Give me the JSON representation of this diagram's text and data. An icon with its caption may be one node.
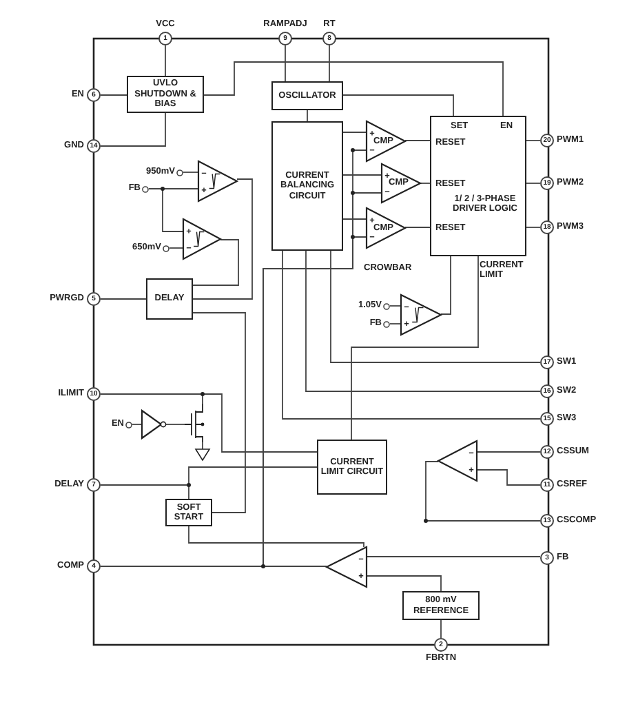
{
  "diagram": {
    "nodes": [
      {
        "text": [
          "1"
        ],
        "beside": [
          "VCC"
        ]
      },
      {
        "text": [
          "9"
        ],
        "beside": [
          "RAMPADJ"
        ]
      },
      {
        "text": [
          "8"
        ],
        "beside": [
          "RT"
        ]
      },
      {
        "text": [
          "6"
        ],
        "beside": [
          "EN"
        ]
      },
      {
        "text": [
          "14"
        ],
        "beside": [
          "GND"
        ]
      },
      {
        "text": [
          "5"
        ],
        "beside": [
          "PWRGD"
        ]
      },
      {
        "text": [
          "10"
        ],
        "beside": [
          "ILIMIT"
        ]
      },
      {
        "text": [
          "7"
        ],
        "beside": [
          "DELAY"
        ]
      },
      {
        "text": [
          "4"
        ],
        "beside": [
          "COMP"
        ]
      },
      {
        "text": [
          "20"
        ],
        "beside": [
          "PWM1"
        ]
      },
      {
        "text": [
          "19"
        ],
        "beside": [
          "PWM2"
        ]
      },
      {
        "text": [
          "18"
        ],
        "beside": [
          "PWM3"
        ]
      },
      {
        "text": [
          "17"
        ],
        "beside": [
          "SW1"
        ]
      },
      {
        "text": [
          "16"
        ],
        "beside": [
          "SW2"
        ]
      },
      {
        "text": [
          "15"
        ],
        "beside": [
          "SW3"
        ]
      },
      {
        "text": [
          "12"
        ],
        "beside": [
          "CSSUM"
        ]
      },
      {
        "text": [
          "11"
        ],
        "beside": [
          "CSREF"
        ]
      },
      {
        "text": [
          "13"
        ],
        "beside": [
          "CSCOMP"
        ]
      },
      {
        "text": [
          "3"
        ],
        "beside": [
          "FB"
        ]
      },
      {
        "text": [
          "2"
        ],
        "beside": [
          "FBRTN"
        ]
      },
      {
        "text": [
          "UVLO SHUTDOWN & BIAS"
        ]
      },
      {
        "text": [
          "OSCILLATOR"
        ]
      },
      {
        "text": [
          "CURRENT BALANCING CIRCUIT"
        ]
      },
      {
        "text": [
          "SET",
          "EN",
          "RESET",
          "RESET",
          "1/ 2 / 3-PHASE DRIVER LOGIC",
          "RESET"
        ],
        "beside": [
          "CROWBAR",
          "CURRENT LIMIT"
        ]
      },
      {
        "text": [
          "CMP"
        ]
      },
      {
        "text": [
          "CMP"
        ]
      },
      {
        "text": [
          "CMP"
        ]
      },
      {
        "text": [],
        "shape": "triangle"
      },
      {
        "text": [],
        "shape": "triangle"
      },
      {
        "text": [
          "950mV"
        ]
      },
      {
        "text": [
          "FB"
        ]
      },
      {
        "text": [
          "650mV"
        ]
      },
      {
        "text": [
          "DELAY"
        ]
      },
      {
        "text": [],
        "shape": "triangle"
      },
      {
        "text": [
          "1.05V"
        ]
      },
      {
        "text": [
          "FB"
        ]
      },
      {
        "text": [
          "EN"
        ]
      },
      {
        "text": [],
        "shape": "triangle"
      },
      {
        "text": [],
        "shape": "transistor"
      },
      {
        "text": [],
        "shape": "ground"
      },
      {
        "text": [
          "SOFT START"
        ]
      },
      {
        "text": [
          "CURRENT LIMIT CIRCUIT"
        ]
      },
      {
        "text": [],
        "shape": "triangle"
      },
      {
        "text": [],
        "shape": "triangle"
      },
      {
        "text": [
          "800 mV REFERENCE"
        ]
      }
    ],
    "edges": [
      {
        "from": 0,
        "to": 20,
        "arrow": "none"
      },
      {
        "from": 3,
        "to": 20,
        "arrow": "none"
      },
      {
        "from": 20,
        "to": 4,
        "arrow": "none"
      },
      {
        "from": 20,
        "to": 23,
        "arrow": "none"
      },
      {
        "from": 1,
        "to": 21,
        "arrow": "none"
      },
      {
        "from": 2,
        "to": 21,
        "arrow": "none"
      },
      {
        "from": 21,
        "to": 23,
        "arrow": "none"
      },
      {
        "from": 21,
        "to": 22,
        "arrow": "none"
      },
      {
        "from": 22,
        "to": 24,
        "arrow": "none"
      },
      {
        "from": 22,
        "to": 25,
        "arrow": "none"
      },
      {
        "from": 22,
        "to": 26,
        "arrow": "none"
      },
      {
        "from": 24,
        "to": 23,
        "arrow": "none"
      },
      {
        "from": 25,
        "to": 23,
        "arrow": "none"
      },
      {
        "from": 26,
        "to": 23,
        "arrow": "none"
      },
      {
        "from": 23,
        "to": 9,
        "arrow": "none"
      },
      {
        "from": 23,
        "to": 10,
        "arrow": "none"
      },
      {
        "from": 23,
        "to": 11,
        "arrow": "none"
      },
      {
        "from": 12,
        "to": 22,
        "arrow": "none"
      },
      {
        "from": 13,
        "to": 22,
        "arrow": "none"
      },
      {
        "from": 14,
        "to": 22,
        "arrow": "none"
      },
      {
        "from": 8,
        "to": 24,
        "arrow": "none"
      },
      {
        "from": 8,
        "to": 25,
        "arrow": "none"
      },
      {
        "from": 8,
        "to": 26,
        "arrow": "none"
      },
      {
        "from": 43,
        "to": 8,
        "arrow": "none"
      },
      {
        "from": 18,
        "to": 43,
        "arrow": "none"
      },
      {
        "from": 44,
        "to": 43,
        "arrow": "none"
      },
      {
        "from": 19,
        "to": 44,
        "arrow": "none"
      },
      {
        "from": 40,
        "to": 43,
        "arrow": "none"
      },
      {
        "from": 7,
        "to": 40,
        "arrow": "none"
      },
      {
        "from": 7,
        "to": 41,
        "arrow": "none"
      },
      {
        "from": 6,
        "to": 38,
        "arrow": "none"
      },
      {
        "from": 6,
        "to": 41,
        "arrow": "none"
      },
      {
        "from": 36,
        "to": 37,
        "arrow": "none"
      },
      {
        "from": 37,
        "to": 38,
        "arrow": "none"
      },
      {
        "from": 38,
        "to": 39,
        "arrow": "none"
      },
      {
        "from": 41,
        "to": 23,
        "arrow": "none"
      },
      {
        "from": 33,
        "to": 23,
        "arrow": "none"
      },
      {
        "from": 34,
        "to": 33,
        "arrow": "none"
      },
      {
        "from": 35,
        "to": 33,
        "arrow": "none"
      },
      {
        "from": 15,
        "to": 42,
        "arrow": "none"
      },
      {
        "from": 16,
        "to": 42,
        "arrow": "none"
      },
      {
        "from": 42,
        "to": 17,
        "arrow": "none"
      },
      {
        "from": 29,
        "to": 27,
        "arrow": "none"
      },
      {
        "from": 30,
        "to": 27,
        "arrow": "none"
      },
      {
        "from": 30,
        "to": 28,
        "arrow": "none"
      },
      {
        "from": 31,
        "to": 28,
        "arrow": "none"
      },
      {
        "from": 27,
        "to": 32,
        "arrow": "none"
      },
      {
        "from": 28,
        "to": 32,
        "arrow": "none"
      },
      {
        "from": 32,
        "to": 5,
        "arrow": "none"
      },
      {
        "from": 40,
        "to": 32,
        "arrow": "none"
      }
    ]
  }
}
